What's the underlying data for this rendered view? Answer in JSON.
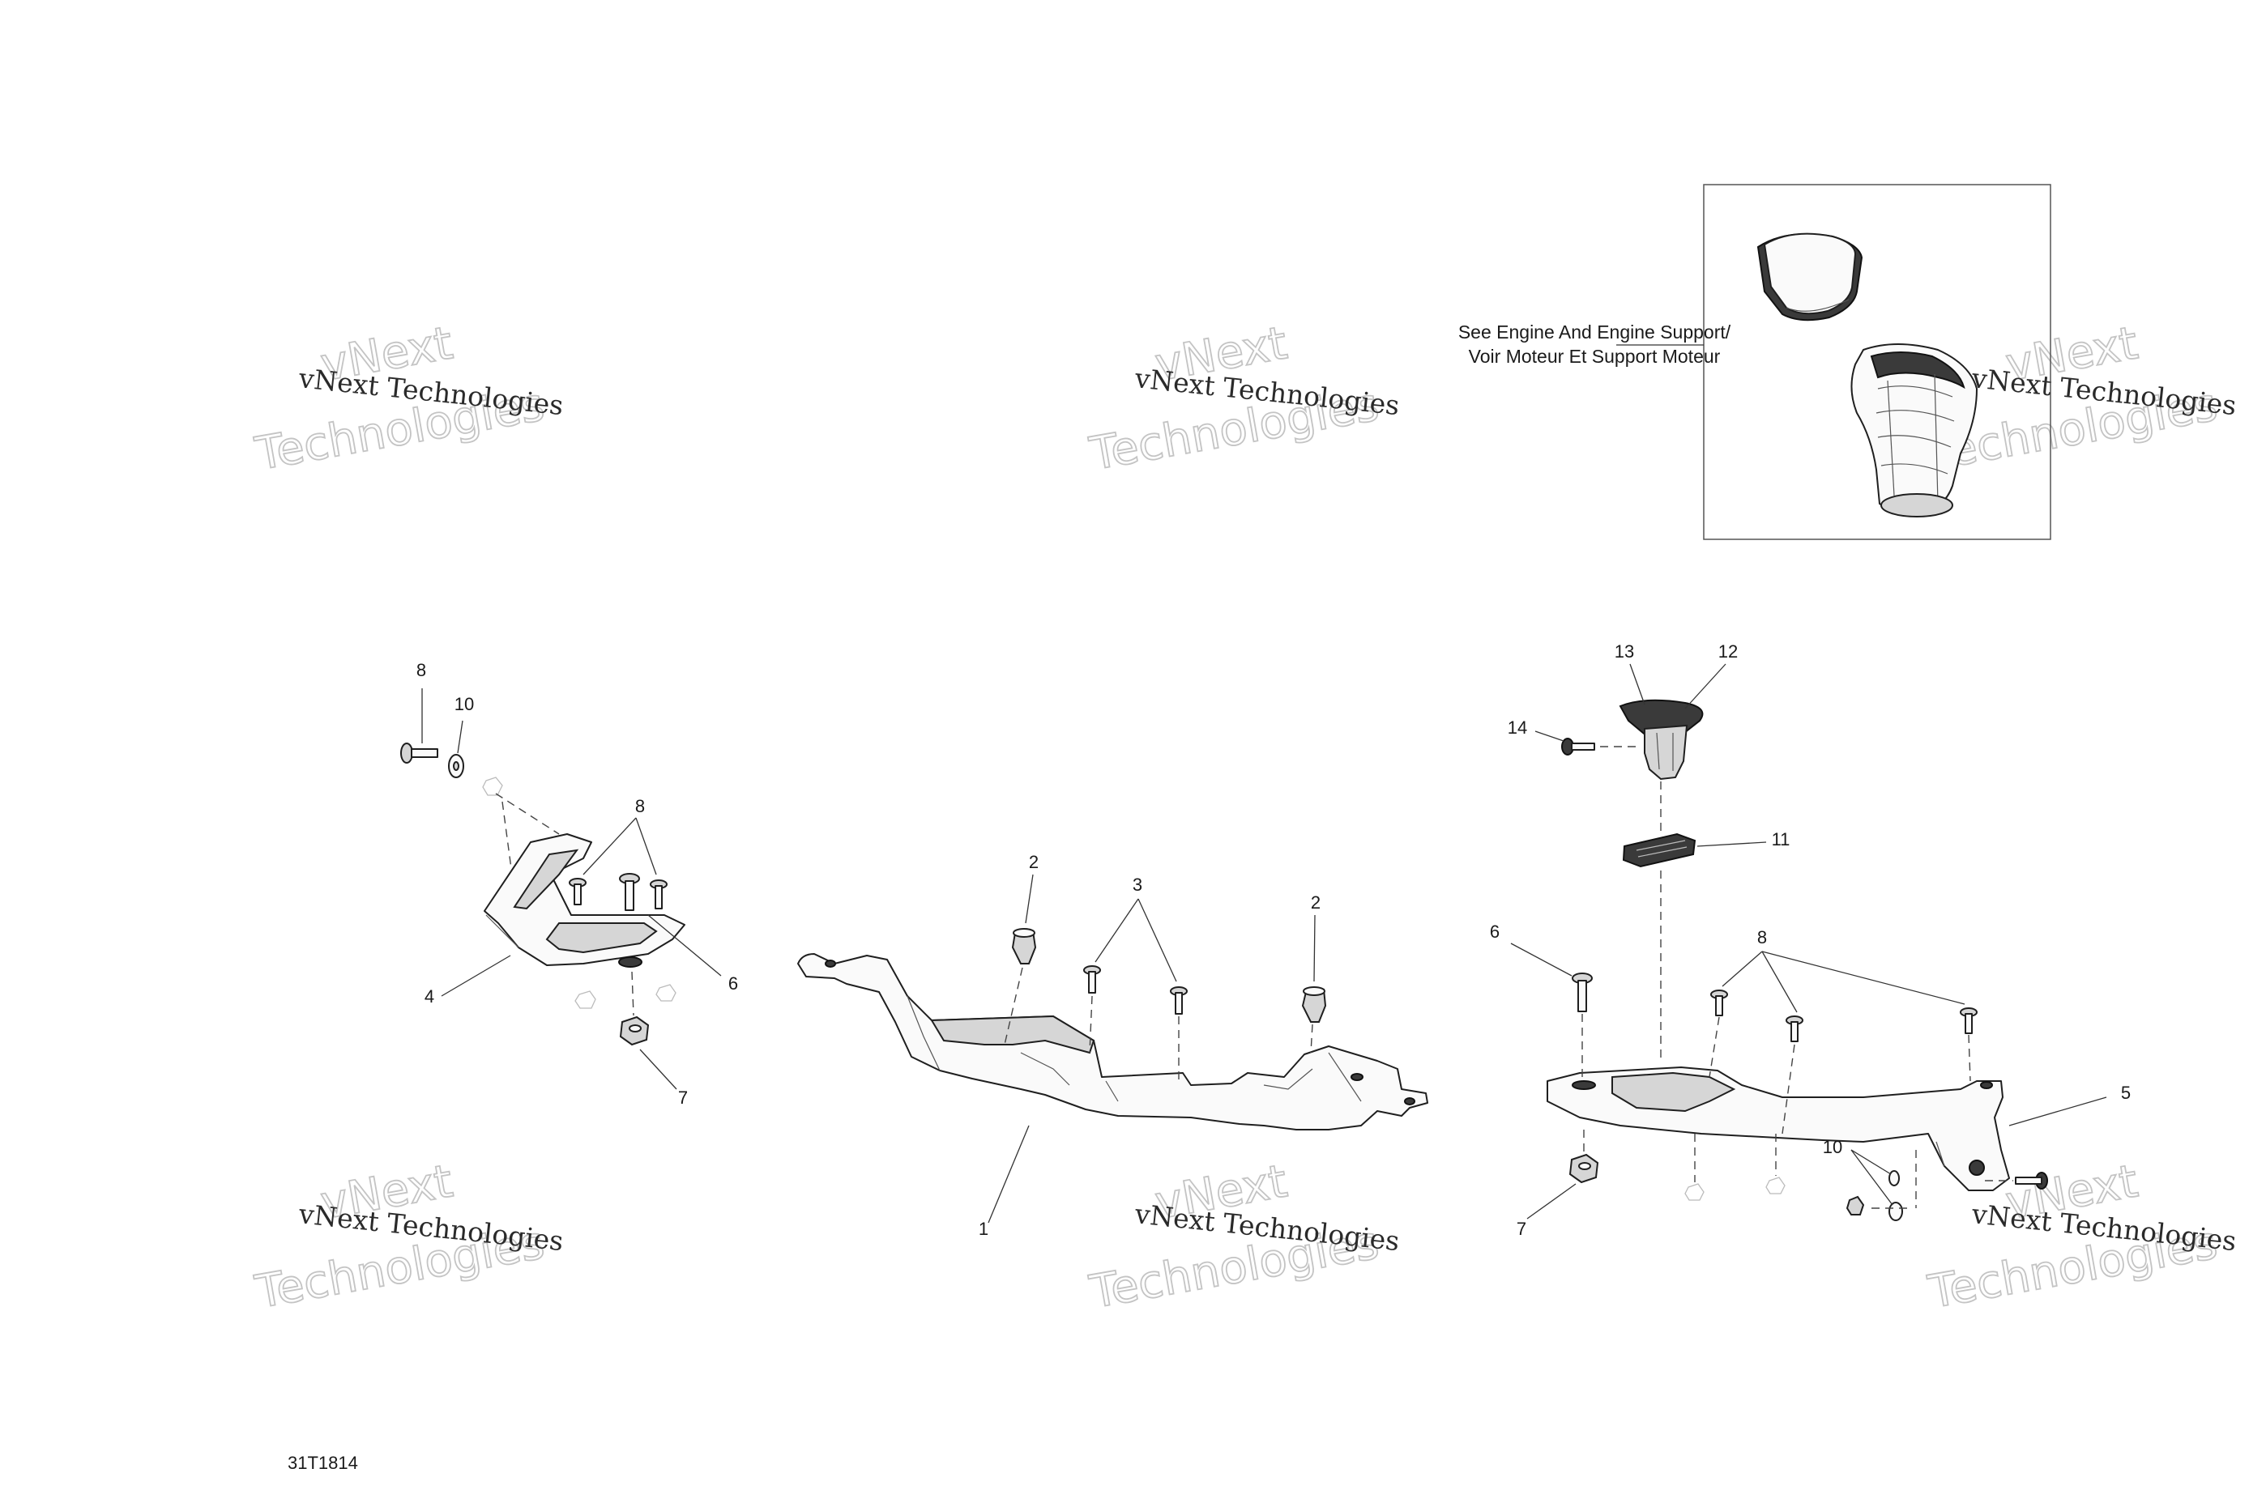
{
  "note": {
    "line1": "See Engine And Engine Support/",
    "line2": "Voir Moteur Et Support Moteur"
  },
  "watermark": {
    "small": "vNext Technologies",
    "big_top": "vNext",
    "big_bottom": "Technologies"
  },
  "callouts": {
    "c1": "1",
    "c2a": "2",
    "c2b": "2",
    "c3": "3",
    "c4": "4",
    "c5": "5",
    "c6a": "6",
    "c6b": "6",
    "c7a": "7",
    "c7b": "7",
    "c8a": "8",
    "c8b": "8",
    "c8c": "8",
    "c10a": "10",
    "c10b": "10",
    "c11": "11",
    "c12": "12",
    "c13": "13",
    "c14": "14"
  },
  "reference_code": "31T1814"
}
